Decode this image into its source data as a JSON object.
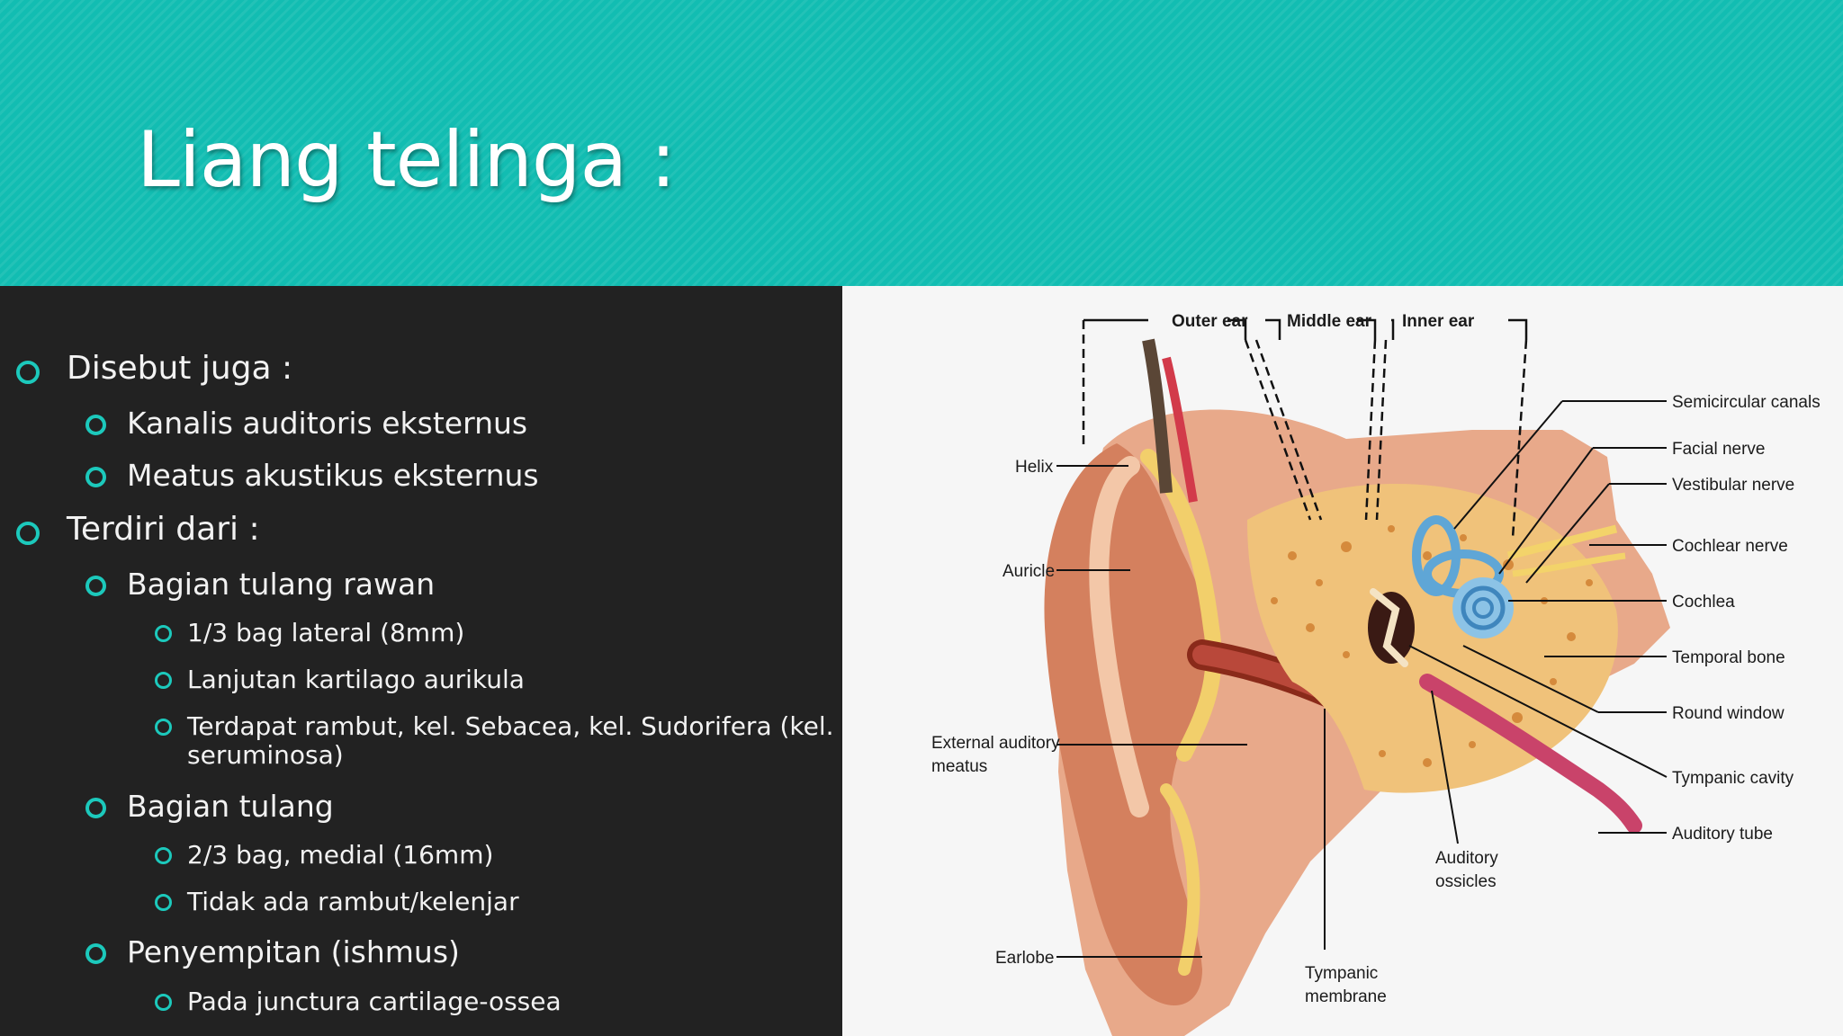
{
  "slide": {
    "title": "Liang telinga :",
    "colors": {
      "accent": "#12bdb2",
      "bullet": "#1cc9bc",
      "background": "#222222",
      "text": "#f2f2f2"
    }
  },
  "bullets": {
    "b1": "Disebut juga :",
    "b1_1": "Kanalis auditoris eksternus",
    "b1_2": "Meatus akustikus eksternus",
    "b2": "Terdiri dari :",
    "b2_1": "Bagian tulang rawan",
    "b2_1_1": "1/3 bag lateral (8mm)",
    "b2_1_2": "Lanjutan kartilago aurikula",
    "b2_1_3_a": "Terdapat rambut, kel. Sebacea, kel. Sudorifera (kel.",
    "b2_1_3_b": "seruminosa)",
    "b2_2": "Bagian tulang",
    "b2_2_1": "2/3 bag, medial (16mm)",
    "b2_2_2": "Tidak ada rambut/kelenjar",
    "b2_3": "Penyempitan (ishmus)",
    "b2_3_1": "Pada junctura cartilage-ossea"
  },
  "diagram": {
    "sections": {
      "outer": "Outer ear",
      "middle": "Middle ear",
      "inner": "Inner ear"
    },
    "labels": {
      "helix": "Helix",
      "auricle": "Auricle",
      "external_1": "External auditory",
      "external_2": "meatus",
      "earlobe": "Earlobe",
      "tympanic_1": "Tympanic",
      "tympanic_2": "membrane",
      "ossicles_1": "Auditory",
      "ossicles_2": "ossicles",
      "semicircular": "Semicircular canals",
      "facial": "Facial nerve",
      "vestibular": "Vestibular nerve",
      "cochlear_nerve": "Cochlear nerve",
      "cochlea": "Cochlea",
      "temporal": "Temporal bone",
      "round_window": "Round window",
      "tympanic_cavity": "Tympanic cavity",
      "auditory_tube": "Auditory tube"
    }
  }
}
